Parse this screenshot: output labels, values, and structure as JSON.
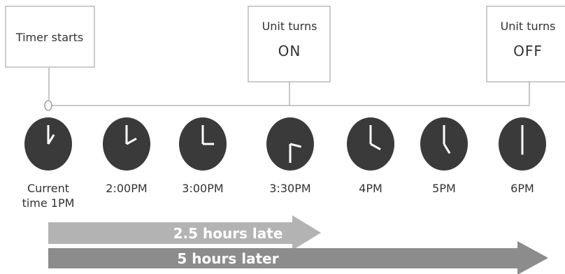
{
  "events": {
    "timer_start": "Timer starts",
    "unit_on_line1": "Unit turns",
    "unit_on_line2": "ON",
    "unit_off_line1": "Unit turns",
    "unit_off_line2": "OFF"
  },
  "clocks": [
    {
      "label_lines": [
        "Current",
        "time 1PM"
      ],
      "time": "1:00"
    },
    {
      "label_lines": [
        "2:00PM"
      ],
      "time": "2:00"
    },
    {
      "label_lines": [
        "3:00PM"
      ],
      "time": "3:00"
    },
    {
      "label_lines": [
        "3:30PM"
      ],
      "time": "3:30"
    },
    {
      "label_lines": [
        "4PM"
      ],
      "time": "4:00"
    },
    {
      "label_lines": [
        "5PM"
      ],
      "time": "5:00"
    },
    {
      "label_lines": [
        "6PM"
      ],
      "time": "6:00"
    }
  ],
  "arrows": {
    "on_delay": "2.5 hours late",
    "off_delay": "5 hours later"
  },
  "colors": {
    "clock_face": "#3a3a3a",
    "clock_hand": "#ffffff",
    "line": "#b5b5b5",
    "box_border": "#aaaaaa",
    "arrow_light": "#b3b3b3",
    "arrow_dark": "#8c8c8c"
  }
}
